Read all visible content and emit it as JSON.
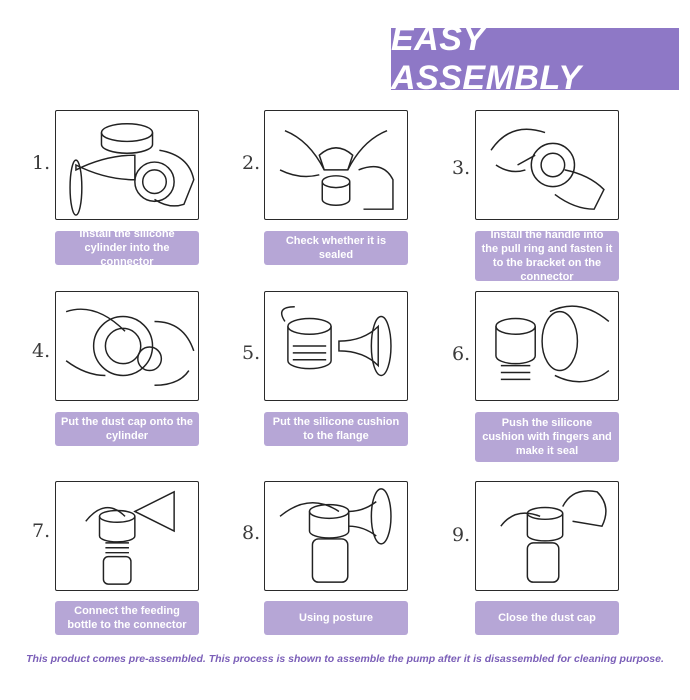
{
  "title": "EASY ASSEMBLY",
  "steps": [
    {
      "number": "1.",
      "caption": "Install the silicone cylinder into the connector",
      "illustration": "cylinder-into-connector-illustration"
    },
    {
      "number": "2.",
      "caption": "Check whether it is sealed",
      "illustration": "check-seal-illustration"
    },
    {
      "number": "3.",
      "caption": "Install the handle into the pull ring and fasten it to the bracket on the connector",
      "illustration": "install-handle-illustration"
    },
    {
      "number": "4.",
      "caption": "Put the dust cap onto the cylinder",
      "illustration": "dust-cap-illustration"
    },
    {
      "number": "5.",
      "caption": "Put the silicone cushion to the flange",
      "illustration": "cushion-to-flange-illustration"
    },
    {
      "number": "6.",
      "caption": "Push the silicone cushion with fingers and make it seal",
      "illustration": "push-cushion-illustration"
    },
    {
      "number": "7.",
      "caption": "Connect the feeding bottle to the connector",
      "illustration": "connect-bottle-illustration"
    },
    {
      "number": "8.",
      "caption": "Using posture",
      "illustration": "using-posture-illustration"
    },
    {
      "number": "9.",
      "caption": "Close the dust cap",
      "illustration": "close-dust-cap-illustration"
    }
  ],
  "footer": "This product comes pre-assembled. This process is shown to assemble the pump after it is disassembled for cleaning purpose.",
  "colors": {
    "accent": "#8e78c6",
    "caption_bg": "#b6a6d6",
    "footer_text": "#7b5fb8"
  }
}
